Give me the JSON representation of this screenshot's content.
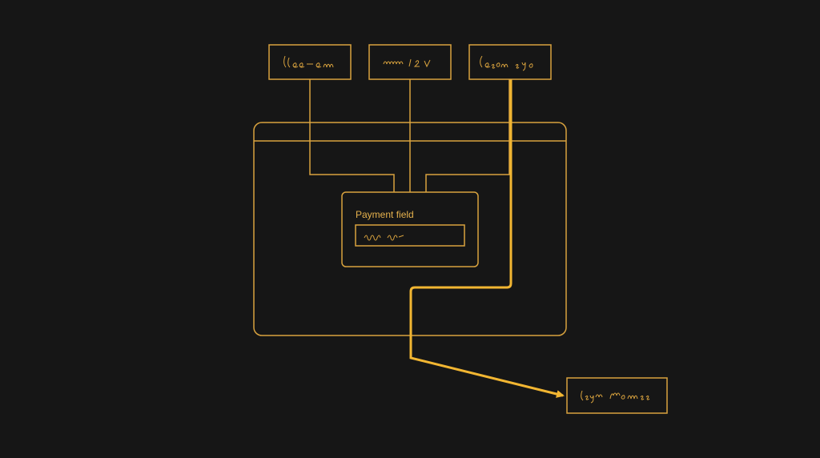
{
  "colors": {
    "background": "#161616",
    "stroke": "#d8a23e",
    "accent": "#f2b632",
    "text": "#e6b24d"
  },
  "top_boxes": [
    {
      "id": "source-1",
      "text": "scribble"
    },
    {
      "id": "source-2",
      "text": "scribble"
    },
    {
      "id": "source-3",
      "text": "scribble"
    }
  ],
  "window": {
    "contains": "payment-panel"
  },
  "payment_panel": {
    "label": "Payment field",
    "input_value": "scribble"
  },
  "output_box": {
    "id": "destination",
    "text": "scribble"
  },
  "connections": [
    {
      "from": "source-1",
      "to": "payment-panel",
      "style": "thin"
    },
    {
      "from": "source-2",
      "to": "payment-panel",
      "style": "thin"
    },
    {
      "from": "source-3",
      "to": "payment-panel",
      "style": "thin"
    },
    {
      "from": "source-3",
      "to": "destination",
      "style": "highlighted",
      "arrow": true
    }
  ]
}
